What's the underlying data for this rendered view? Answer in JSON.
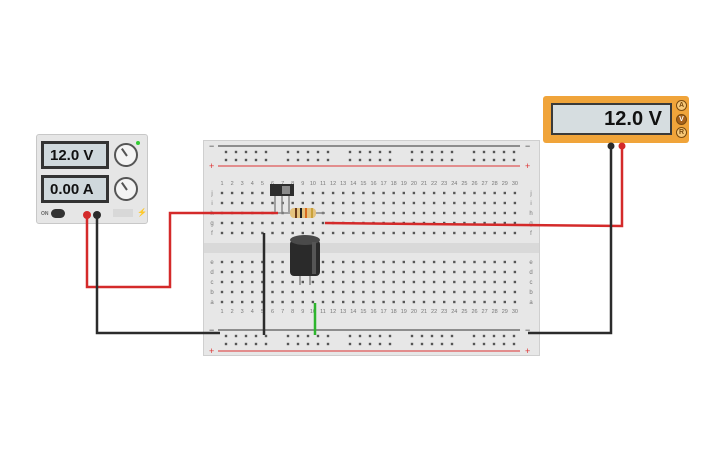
{
  "power_supply": {
    "voltage_display": "12.0 V",
    "current_display": "0.00 A",
    "on_label": "ON"
  },
  "multimeter": {
    "display": "12.0 V",
    "modes": [
      "A",
      "V",
      "R"
    ]
  },
  "breadboard": {
    "column_numbers": [
      "1",
      "2",
      "3",
      "4",
      "5",
      "6",
      "7",
      "8",
      "9",
      "10",
      "11",
      "12",
      "13",
      "14",
      "15",
      "16",
      "17",
      "18",
      "19",
      "20",
      "21",
      "22",
      "23",
      "24",
      "25",
      "26",
      "27",
      "28",
      "29",
      "30"
    ],
    "upper_row_letters": [
      "j",
      "i",
      "h",
      "g",
      "f"
    ],
    "lower_row_letters": [
      "e",
      "d",
      "c",
      "b",
      "a"
    ],
    "rail_plus": "+",
    "rail_minus": "−"
  },
  "colors": {
    "wire_red": "#d42a2a",
    "wire_black": "#2b2b2b",
    "wire_green": "#2db52d",
    "rail_red": "#d33",
    "multimeter_body": "#f0a43a"
  },
  "components": [
    "switch-icon",
    "resistor-icon",
    "capacitor-icon"
  ]
}
